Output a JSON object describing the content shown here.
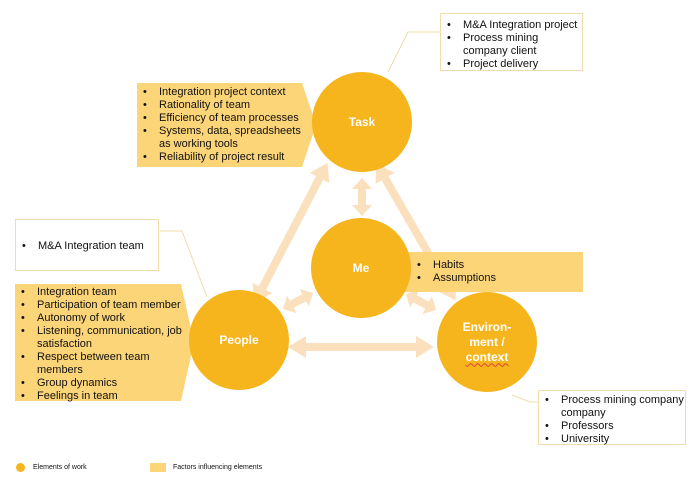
{
  "nodes": {
    "task": "Task",
    "me": "Me",
    "people": "People",
    "environment_line1": "Environ-",
    "environment_line2": "ment /",
    "environment_line3": "context"
  },
  "task_context": {
    "items": [
      "M&A Integration project",
      "Process mining company client",
      "Project delivery"
    ]
  },
  "task_factors": {
    "items": [
      "Integration project context",
      "Rationality of team",
      "Efficiency of team processes",
      "Systems, data, spreadsheets as working tools",
      "Reliability of project result"
    ]
  },
  "people_context": {
    "items": [
      "M&A Integration team"
    ]
  },
  "people_factors": {
    "items": [
      "Integration team",
      "Participation of team member",
      "Autonomy of work",
      "Listening, communication, job satisfaction",
      "Respect between team members",
      "Group dynamics",
      "Feelings in team"
    ]
  },
  "me_factors": {
    "items": [
      "Habits",
      "Assumptions"
    ]
  },
  "environment_context": {
    "items": [
      "Process mining company company",
      "Professors",
      "University"
    ]
  },
  "legend": {
    "elements": "Elements of work",
    "factors": "Factors influencing elements"
  },
  "colors": {
    "element_circle": "#f6b51c",
    "factor_fill": "#fcd579",
    "arrow": "#fbe0bd",
    "context_border": "#f2dcaa"
  }
}
